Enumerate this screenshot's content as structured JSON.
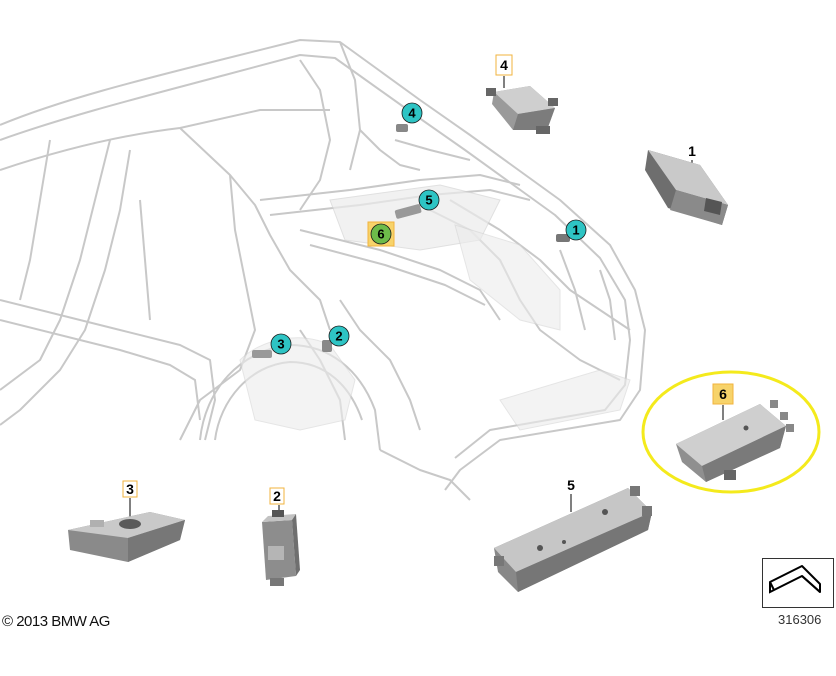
{
  "copyright": "© 2013 BMW AG",
  "diagram_id": "316306",
  "body_callouts": [
    "1",
    "2",
    "3",
    "4",
    "5",
    "6"
  ],
  "parts": [
    {
      "number": "1",
      "icon": "control-unit-flat-box"
    },
    {
      "number": "2",
      "icon": "small-sensor-module"
    },
    {
      "number": "3",
      "icon": "wedge-bracket"
    },
    {
      "number": "4",
      "icon": "sensor-unit-with-connectors"
    },
    {
      "number": "5",
      "icon": "long-control-module"
    },
    {
      "number": "6",
      "icon": "control-unit-with-connectors",
      "highlighted": true
    }
  ],
  "colors": {
    "callout_circle": "#2ec4c4",
    "callout_circle_highlight": "#6dbb4a",
    "label_box_border": "#f2b33d",
    "label_box_fill_highlight": "#f7d36a",
    "highlight_ellipse": "#f4ea1c",
    "body_line": "#c8c8c8",
    "part_gray": "#a8a8a8"
  }
}
